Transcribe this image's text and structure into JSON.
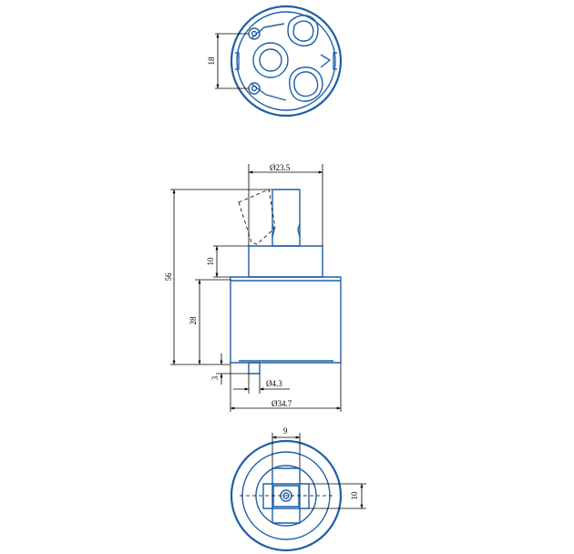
{
  "dimensions": {
    "top_height": "18",
    "stem_diameter": "Ø23.5",
    "overall_height": "56",
    "upper_height": "10",
    "body_height": "28",
    "pin_height": "3",
    "pin_diameter": "Ø4.3",
    "body_diameter": "Ø34.7",
    "slot_width": "9",
    "slot_height": "10"
  },
  "colors": {
    "part_outline": "#1f5fa6",
    "dimension_lines": "#000000"
  }
}
